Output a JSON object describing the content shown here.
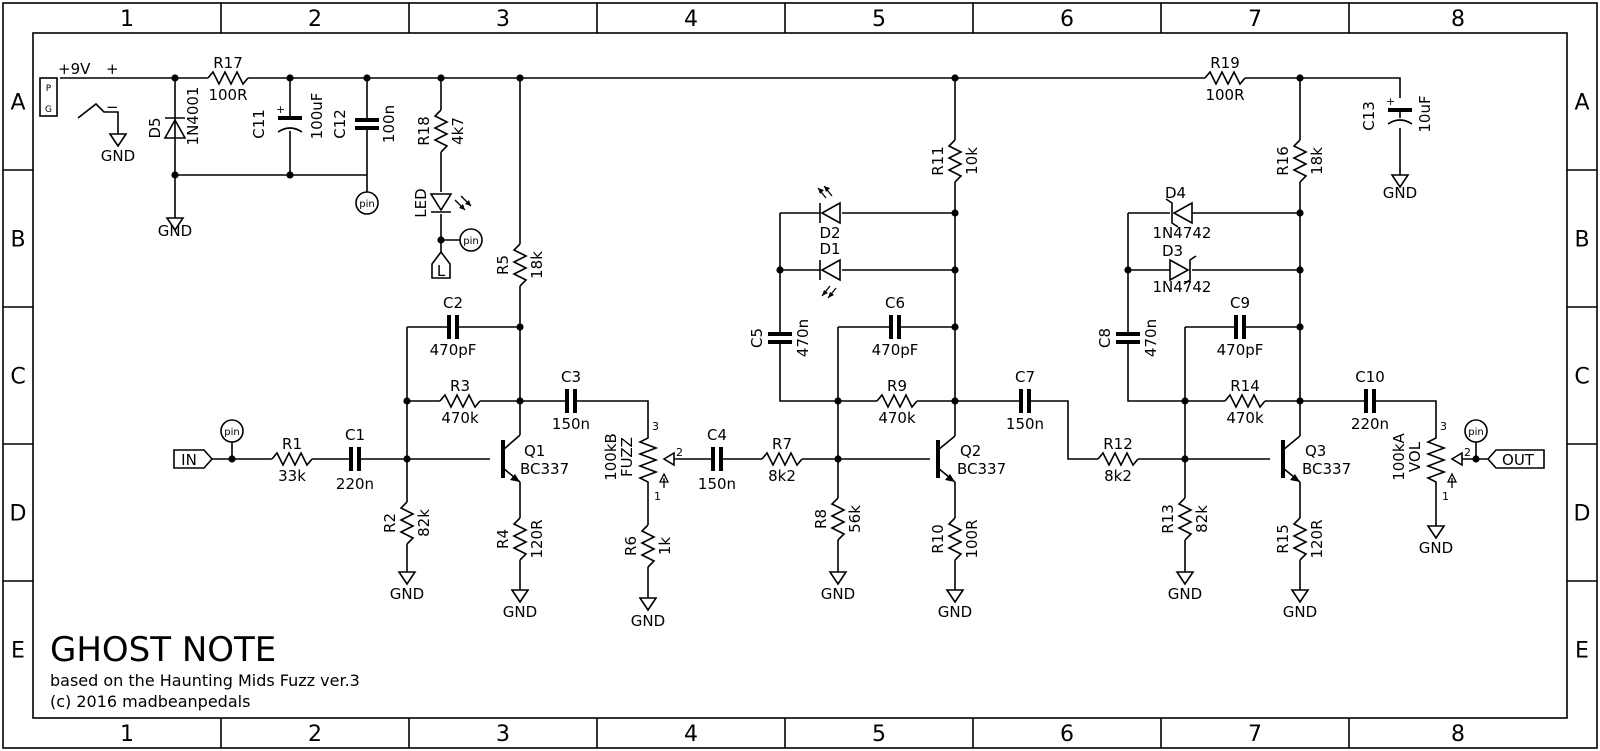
{
  "frame": {
    "columns": [
      "1",
      "2",
      "3",
      "4",
      "5",
      "6",
      "7",
      "8"
    ],
    "rows": [
      "A",
      "B",
      "C",
      "D",
      "E"
    ]
  },
  "title": {
    "main": "GHOST NOTE",
    "line1": "based on the Haunting Mids Fuzz ver.3",
    "line2": "(c) 2016 madbeanpedals"
  },
  "power": {
    "supply": "+9V",
    "plus": "+",
    "minus": "−",
    "jack_p": "P",
    "jack_g": "G",
    "gnd": "GND"
  },
  "ports": {
    "in": "IN",
    "out": "OUT",
    "pin": "pin"
  },
  "pot_pins": {
    "one": "1",
    "two": "2",
    "three": "3"
  },
  "resistors": {
    "R1": {
      "name": "R1",
      "value": "33k"
    },
    "R2": {
      "name": "R2",
      "value": "82k"
    },
    "R3": {
      "name": "R3",
      "value": "470k"
    },
    "R4": {
      "name": "R4",
      "value": "120R"
    },
    "R5": {
      "name": "R5",
      "value": "18k"
    },
    "R6": {
      "name": "R6",
      "value": "1k"
    },
    "R7": {
      "name": "R7",
      "value": "8k2"
    },
    "R8": {
      "name": "R8",
      "value": "56k"
    },
    "R9": {
      "name": "R9",
      "value": "470k"
    },
    "R10": {
      "name": "R10",
      "value": "100R"
    },
    "R11": {
      "name": "R11",
      "value": "10k"
    },
    "R12": {
      "name": "R12",
      "value": "8k2"
    },
    "R13": {
      "name": "R13",
      "value": "82k"
    },
    "R14": {
      "name": "R14",
      "value": "470k"
    },
    "R15": {
      "name": "R15",
      "value": "120R"
    },
    "R16": {
      "name": "R16",
      "value": "18k"
    },
    "R17": {
      "name": "R17",
      "value": "100R"
    },
    "R18": {
      "name": "R18",
      "value": "4k7"
    },
    "R19": {
      "name": "R19",
      "value": "100R"
    }
  },
  "capacitors": {
    "C1": {
      "name": "C1",
      "value": "220n"
    },
    "C2": {
      "name": "C2",
      "value": "470pF"
    },
    "C3": {
      "name": "C3",
      "value": "150n"
    },
    "C4": {
      "name": "C4",
      "value": "150n"
    },
    "C5": {
      "name": "C5",
      "value": "470n"
    },
    "C6": {
      "name": "C6",
      "value": "470pF"
    },
    "C7": {
      "name": "C7",
      "value": "150n"
    },
    "C8": {
      "name": "C8",
      "value": "470n"
    },
    "C9": {
      "name": "C9",
      "value": "470pF"
    },
    "C10": {
      "name": "C10",
      "value": "220n"
    },
    "C11": {
      "name": "C11",
      "value": "100uF"
    },
    "C12": {
      "name": "C12",
      "value": "100n"
    },
    "C13": {
      "name": "C13",
      "value": "10uF"
    }
  },
  "transistors": {
    "Q1": {
      "name": "Q1",
      "value": "BC337"
    },
    "Q2": {
      "name": "Q2",
      "value": "BC337"
    },
    "Q3": {
      "name": "Q3",
      "value": "BC337"
    }
  },
  "diodes": {
    "D1": {
      "name": "D1",
      "value": ""
    },
    "D2": {
      "name": "D2",
      "value": ""
    },
    "D3": {
      "name": "D3",
      "value": "1N4742"
    },
    "D4": {
      "name": "D4",
      "value": "1N4742"
    },
    "D5": {
      "name": "D5",
      "value": "1N4001"
    },
    "LED": {
      "name": "LED",
      "value": ""
    }
  },
  "pots": {
    "fuzz": {
      "value": "100kB",
      "name": "FUZZ"
    },
    "vol": {
      "value": "100kA",
      "name": "VOL"
    }
  },
  "led_terminal": "L"
}
